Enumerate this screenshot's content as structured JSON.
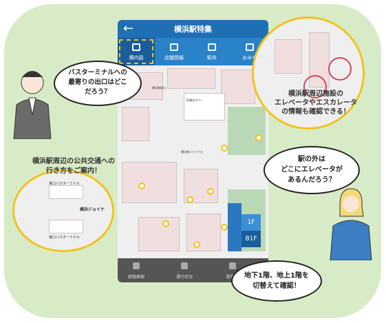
{
  "app": {
    "title": "横浜駅特集",
    "tabs": [
      {
        "label": "構内図",
        "icon": "map-icon"
      },
      {
        "label": "店舗情報",
        "icon": "shop-icon"
      },
      {
        "label": "駅弁",
        "icon": "bento-icon"
      },
      {
        "label": "おみや",
        "icon": "gift-icon"
      }
    ],
    "floors": [
      "1F",
      "B1F"
    ],
    "bottom_nav": [
      {
        "label": "経路検索",
        "icon": "route-icon"
      },
      {
        "label": "運行状況",
        "icon": "train-icon"
      },
      {
        "label": "駅情報",
        "icon": "station-icon"
      }
    ],
    "map_labels": {
      "tower": "JR横浜タワー",
      "joinus": "横浜駅ジョイナス",
      "bus_terminal": "横浜駅東口"
    }
  },
  "bubbles": {
    "top_left": [
      "バスターミナルへの",
      "最寄りの出口はどこ",
      "だろう？"
    ],
    "right": [
      "駅の外は",
      "どこにエレベータが",
      "あるんだろう？"
    ],
    "bottom_right": [
      "地下1階、地上1階を",
      "切替えて確認！"
    ]
  },
  "callouts": {
    "left": [
      "横浜駅周辺の公共交通への",
      "行き方をご案内！"
    ],
    "top_right": [
      "横浜駅周辺施設の",
      "エレベータやエスカレータ",
      "の情報も確認できる！"
    ]
  },
  "zoom_left": {
    "labels": [
      "東口バスターミナル",
      "横浜ジョイナ",
      "東口バスターミナル"
    ]
  },
  "colors": {
    "header": "#1f6fb5",
    "tabbar": "#2a82c9",
    "accent": "#f2c21b",
    "background": "#d8ebc7"
  }
}
